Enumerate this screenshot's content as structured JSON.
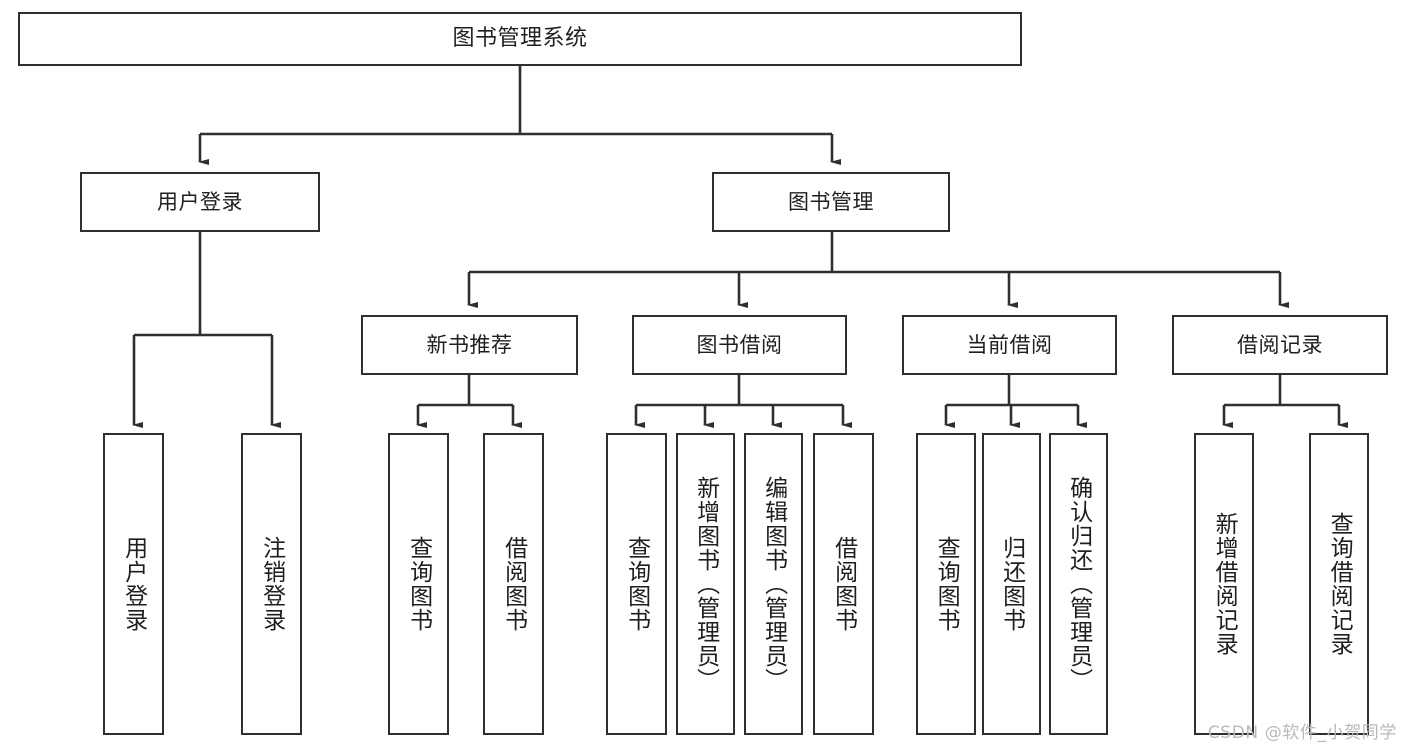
{
  "diagram": {
    "title": "图书管理系统",
    "type": "tree-hierarchy-diagram",
    "watermark": "CSDN @软件_小贺同学",
    "colors": {
      "box_border": "#2f2f2f",
      "box_fill": "#ffffff",
      "edge": "#2f2f2f",
      "text": "#1f1f1f",
      "watermark": "#b9b9b9",
      "background": "#ffffff"
    },
    "root": {
      "label": "图书管理系统"
    },
    "level1": [
      {
        "label": "用户登录"
      },
      {
        "label": "图书管理"
      }
    ],
    "level2": [
      {
        "label": "新书推荐"
      },
      {
        "label": "图书借阅"
      },
      {
        "label": "当前借阅"
      },
      {
        "label": "借阅记录"
      }
    ],
    "leaves": {
      "user_login": [
        {
          "label": "用户登录"
        },
        {
          "label": "注销登录"
        }
      ],
      "new_book_recommend": [
        {
          "label": "查询图书"
        },
        {
          "label": "借阅图书"
        }
      ],
      "book_borrow": [
        {
          "label": "查询图书"
        },
        {
          "label": "新增图书（管理员）"
        },
        {
          "label": "编辑图书（管理员）"
        },
        {
          "label": "借阅图书"
        }
      ],
      "current_borrow": [
        {
          "label": "查询图书"
        },
        {
          "label": "归还图书"
        },
        {
          "label": "确认归还（管理员）"
        }
      ],
      "borrow_records": [
        {
          "label": "新增借阅记录"
        },
        {
          "label": "查询借阅记录"
        }
      ]
    }
  }
}
